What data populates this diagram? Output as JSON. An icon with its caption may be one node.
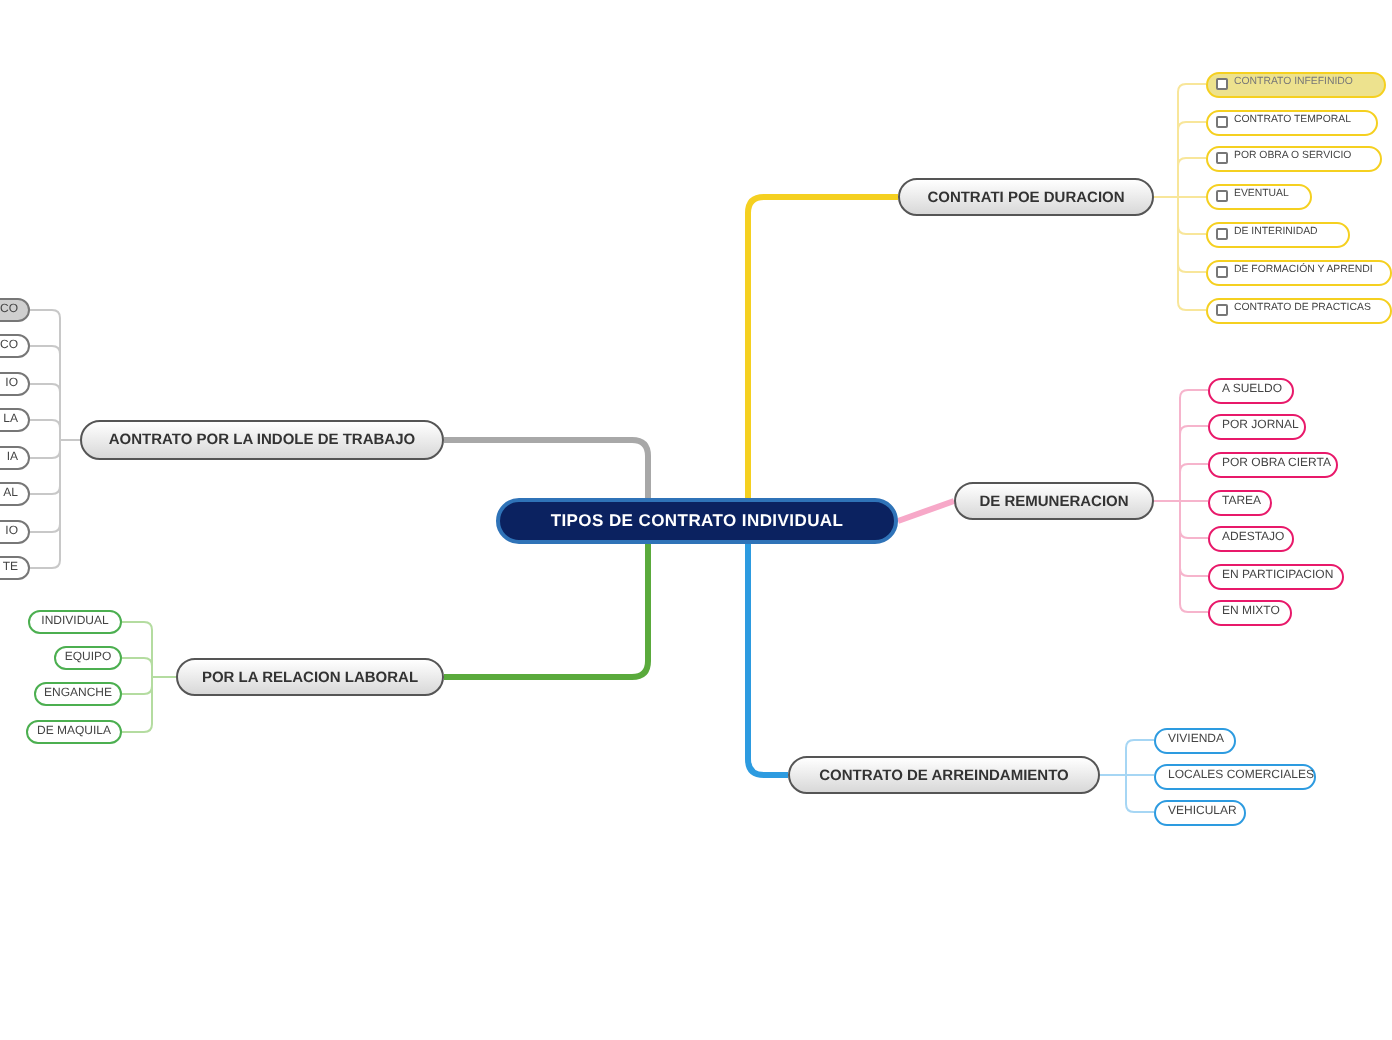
{
  "diagram": {
    "nodes": [
      {
        "text": [
          "TIPOS DE CONTRATO INDIVIDUAL"
        ]
      },
      {
        "text": [
          "AONTRATO POR LA INDOLE DE TRABAJO"
        ]
      },
      {
        "text": [
          "CO"
        ]
      },
      {
        "text": [
          "CO"
        ]
      },
      {
        "text": [
          "IO"
        ]
      },
      {
        "text": [
          "LA"
        ]
      },
      {
        "text": [
          "IA"
        ]
      },
      {
        "text": [
          "AL"
        ]
      },
      {
        "text": [
          "IO"
        ]
      },
      {
        "text": [
          "TE"
        ]
      },
      {
        "text": [
          "POR LA RELACION LABORAL"
        ]
      },
      {
        "text": [
          "INDIVIDUAL"
        ]
      },
      {
        "text": [
          "EQUIPO"
        ]
      },
      {
        "text": [
          "ENGANCHE"
        ]
      },
      {
        "text": [
          "DE MAQUILA"
        ]
      },
      {
        "text": [
          "CONTRATI POE DURACION"
        ]
      },
      {
        "text": [
          "CONTRATO INFEFINIDO"
        ]
      },
      {
        "text": [
          "CONTRATO TEMPORAL"
        ]
      },
      {
        "text": [
          "POR OBRA O SERVICIO"
        ]
      },
      {
        "text": [
          "EVENTUAL"
        ]
      },
      {
        "text": [
          "DE INTERINIDAD"
        ]
      },
      {
        "text": [
          "DE FORMACIÓN Y APRENDI"
        ]
      },
      {
        "text": [
          "CONTRATO DE PRACTICAS"
        ]
      },
      {
        "text": [
          "DE REMUNERACION"
        ]
      },
      {
        "text": [
          "A SUELDO"
        ]
      },
      {
        "text": [
          "POR JORNAL"
        ]
      },
      {
        "text": [
          "POR OBRA CIERTA"
        ]
      },
      {
        "text": [
          "TAREA"
        ]
      },
      {
        "text": [
          "ADESTAJO"
        ]
      },
      {
        "text": [
          "EN PARTICIPACION"
        ]
      },
      {
        "text": [
          "EN MIXTO"
        ]
      },
      {
        "text": [
          "CONTRATO DE ARREINDAMIENTO"
        ]
      },
      {
        "text": [
          "VIVIENDA"
        ]
      },
      {
        "text": [
          "LOCALES COMERCIALES"
        ]
      },
      {
        "text": [
          "VEHICULAR"
        ]
      }
    ],
    "edges": [
      {
        "from": 0,
        "to": 1,
        "arrow": "none",
        "style": "thick",
        "color": "#a8a8a8"
      },
      {
        "from": 1,
        "to": 2,
        "arrow": "none",
        "color": "#c8c8c8"
      },
      {
        "from": 1,
        "to": 3,
        "arrow": "none",
        "color": "#c8c8c8"
      },
      {
        "from": 1,
        "to": 4,
        "arrow": "none",
        "color": "#c8c8c8"
      },
      {
        "from": 1,
        "to": 5,
        "arrow": "none",
        "color": "#c8c8c8"
      },
      {
        "from": 1,
        "to": 6,
        "arrow": "none",
        "color": "#c8c8c8"
      },
      {
        "from": 1,
        "to": 7,
        "arrow": "none",
        "color": "#c8c8c8"
      },
      {
        "from": 1,
        "to": 8,
        "arrow": "none",
        "color": "#c8c8c8"
      },
      {
        "from": 1,
        "to": 9,
        "arrow": "none",
        "color": "#c8c8c8"
      },
      {
        "from": 0,
        "to": 10,
        "arrow": "none",
        "style": "thick",
        "color": "#5aaa3c"
      },
      {
        "from": 10,
        "to": 11,
        "arrow": "none",
        "color": "#b4dca0"
      },
      {
        "from": 10,
        "to": 12,
        "arrow": "none",
        "color": "#b4dca0"
      },
      {
        "from": 10,
        "to": 13,
        "arrow": "none",
        "color": "#b4dca0"
      },
      {
        "from": 10,
        "to": 14,
        "arrow": "none",
        "color": "#b4dca0"
      },
      {
        "from": 0,
        "to": 15,
        "arrow": "none",
        "style": "thick",
        "color": "#f5d020"
      },
      {
        "from": 15,
        "to": 16,
        "arrow": "none",
        "color": "#f8e69a"
      },
      {
        "from": 15,
        "to": 17,
        "arrow": "none",
        "color": "#f8e69a"
      },
      {
        "from": 15,
        "to": 18,
        "arrow": "none",
        "color": "#f8e69a"
      },
      {
        "from": 15,
        "to": 19,
        "arrow": "none",
        "color": "#f8e69a"
      },
      {
        "from": 15,
        "to": 20,
        "arrow": "none",
        "color": "#f8e69a"
      },
      {
        "from": 15,
        "to": 21,
        "arrow": "none",
        "color": "#f8e69a"
      },
      {
        "from": 15,
        "to": 22,
        "arrow": "none",
        "color": "#f8e69a"
      },
      {
        "from": 0,
        "to": 23,
        "arrow": "none",
        "style": "thick",
        "color": "#f7a8c8"
      },
      {
        "from": 23,
        "to": 24,
        "arrow": "none",
        "color": "#f6b4cc"
      },
      {
        "from": 23,
        "to": 25,
        "arrow": "none",
        "color": "#f6b4cc"
      },
      {
        "from": 23,
        "to": 26,
        "arrow": "none",
        "color": "#f6b4cc"
      },
      {
        "from": 23,
        "to": 27,
        "arrow": "none",
        "color": "#f6b4cc"
      },
      {
        "from": 23,
        "to": 28,
        "arrow": "none",
        "color": "#f6b4cc"
      },
      {
        "from": 23,
        "to": 29,
        "arrow": "none",
        "color": "#f6b4cc"
      },
      {
        "from": 23,
        "to": 30,
        "arrow": "none",
        "color": "#f6b4cc"
      },
      {
        "from": 0,
        "to": 31,
        "arrow": "none",
        "style": "thick",
        "color": "#2d9be0"
      },
      {
        "from": 31,
        "to": 32,
        "arrow": "none",
        "color": "#a6d6f4"
      },
      {
        "from": 31,
        "to": 33,
        "arrow": "none",
        "color": "#a6d6f4"
      },
      {
        "from": 31,
        "to": 34,
        "arrow": "none",
        "color": "#a6d6f4"
      }
    ]
  }
}
